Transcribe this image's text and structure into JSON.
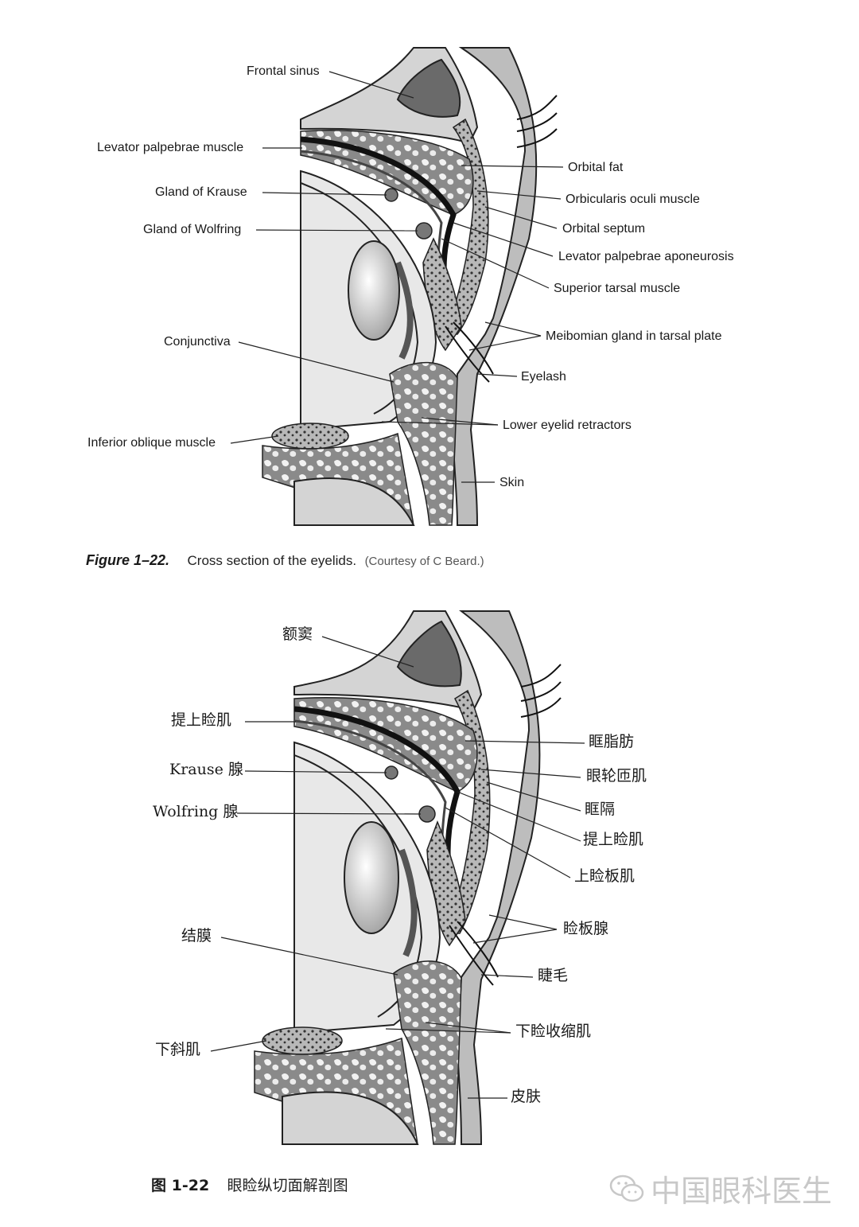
{
  "figure_en": {
    "labels": {
      "frontal_sinus": "Frontal sinus",
      "levator_muscle": "Levator palpebrae muscle",
      "gland_krause": "Gland of Krause",
      "gland_wolfring": "Gland of Wolfring",
      "conjunctiva": "Conjunctiva",
      "inferior_oblique": "Inferior oblique muscle",
      "orbital_fat": "Orbital fat",
      "orbicularis": "Orbicularis oculi muscle",
      "orbital_septum": "Orbital septum",
      "levator_aponeurosis": "Levator palpebrae aponeurosis",
      "superior_tarsal": "Superior tarsal muscle",
      "meibomian": "Meibomian gland in tarsal plate",
      "eyelash": "Eyelash",
      "lower_retractors": "Lower eyelid retractors",
      "skin": "Skin"
    },
    "caption": {
      "label": "Figure 1–22.",
      "text": "Cross section of the eyelids.",
      "credit": "(Courtesy of C Beard.)"
    }
  },
  "figure_zh": {
    "labels": {
      "frontal_sinus": "额窦",
      "levator_muscle": "提上睑肌",
      "gland_krause": "Krause 腺",
      "gland_wolfring": "Wolfring 腺",
      "conjunctiva": "结膜",
      "inferior_oblique": "下斜肌",
      "orbital_fat": "眶脂肪",
      "orbicularis": "眼轮匝肌",
      "orbital_septum": "眶隔",
      "levator_aponeurosis": "提上睑肌",
      "superior_tarsal": "上睑板肌",
      "meibomian": "睑板腺",
      "eyelash": "睫毛",
      "lower_retractors": "下睑收缩肌",
      "skin": "皮肤"
    },
    "caption": {
      "label": "图 1-22",
      "text": "眼睑纵切面解剖图"
    }
  },
  "watermark": {
    "text": "中国眼科医生",
    "icon": "wechat-icon"
  },
  "colors": {
    "tissue_dark": "#6e6e6e",
    "tissue_mid": "#a8a8a8",
    "tissue_light": "#d9d9d9",
    "line": "#222222",
    "watermark": "#c8c8c8"
  }
}
